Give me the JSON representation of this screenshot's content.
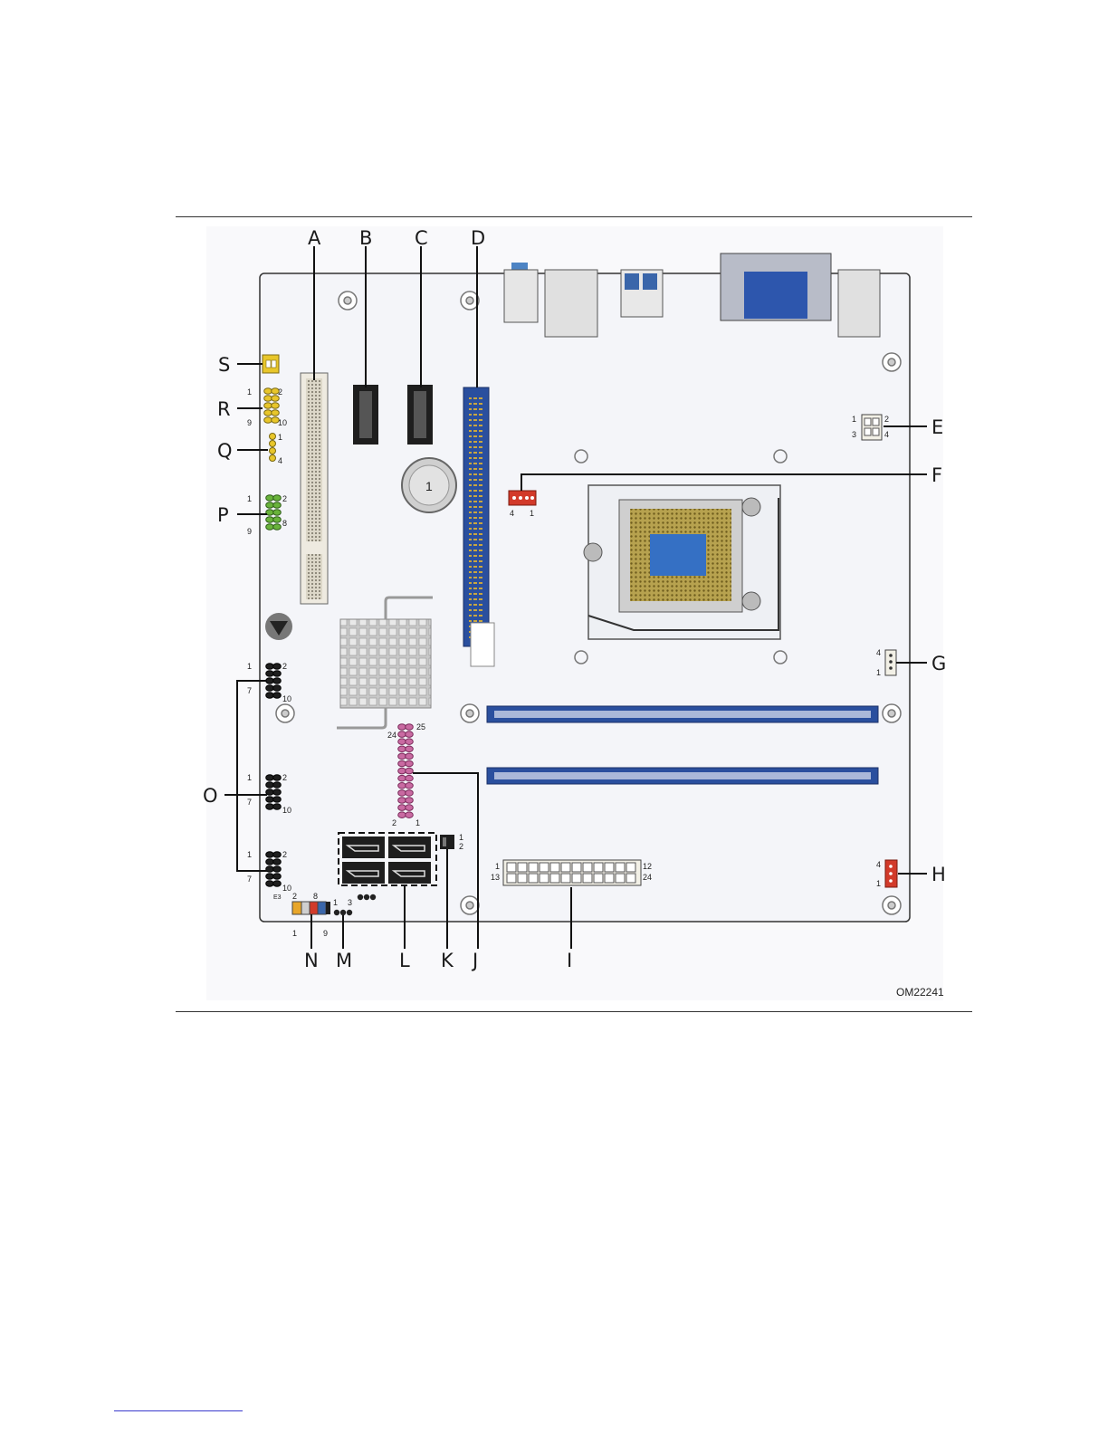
{
  "figure": {
    "id_label": "OM22241",
    "callouts": [
      "A",
      "B",
      "C",
      "D",
      "E",
      "F",
      "G",
      "H",
      "I",
      "J",
      "K",
      "L",
      "M",
      "N",
      "O",
      "P",
      "Q",
      "R",
      "S"
    ],
    "pin_labels": {
      "E": [
        "1",
        "2",
        "3",
        "4"
      ],
      "F": [
        "4",
        "1"
      ],
      "G": [
        "4",
        "1"
      ],
      "H": [
        "4",
        "1"
      ],
      "I": [
        "1",
        "12",
        "13",
        "24"
      ],
      "J": [
        "24",
        "25",
        "2",
        "1"
      ],
      "K": [
        "1",
        "2"
      ],
      "M": [
        "1",
        "3"
      ],
      "N": [
        "2",
        "8",
        "1",
        "9"
      ],
      "O1": [
        "1",
        "2",
        "7",
        "10"
      ],
      "O2": [
        "1",
        "2",
        "7",
        "10"
      ],
      "O3": [
        "1",
        "2",
        "7",
        "10",
        "E3"
      ],
      "P": [
        "1",
        "2",
        "9",
        "8"
      ],
      "Q": [
        "1",
        "4"
      ],
      "R": [
        "1",
        "2",
        "9",
        "10"
      ],
      "battery": "1"
    },
    "colors": {
      "board": "#f6f7fb",
      "pcie": "#2a4f9e",
      "dimm": "#2a4f9e",
      "yellow_header": "#e8c62a",
      "green_header": "#69b33b",
      "pink_header": "#c96aa2",
      "red_header": "#d23a2a",
      "black_header": "#1e1e1e"
    }
  }
}
